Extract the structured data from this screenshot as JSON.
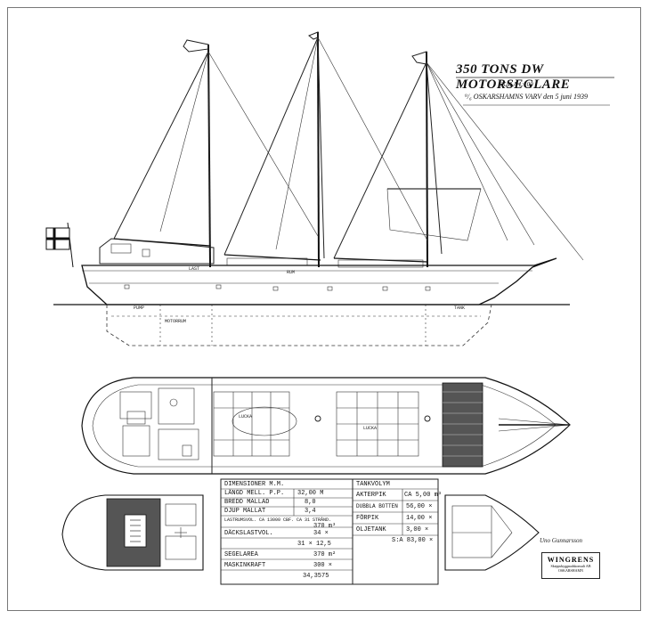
{
  "title": {
    "main": "350 TONS DW MOTORSEGLARE",
    "scale": "SKALA 1:100",
    "yard": "⁹/₆ OSKARSHAMNS VARV den 5 juni 1939"
  },
  "profile_labels": {
    "hold_1": "LAST",
    "hold_2": "RUM",
    "tank": "TANK",
    "pump": "PUMP",
    "motor": "MOTORRUM",
    "hatch_1": "LUCKA",
    "hatch_2": "LUCKA"
  },
  "dimensions_table": {
    "header": "DIMENSIONER M.M.",
    "rows": [
      {
        "label": "LÄNGD MELL. P.P.",
        "value": "32,00 M"
      },
      {
        "label": "BREDD MALLAD",
        "value": "8,0"
      },
      {
        "label": "DJUP MALLAT",
        "value": "3,4"
      },
      {
        "label": "LASTRUMSVOL. CA 13000 CBF. CA 31 STRÅND.",
        "value": "370 m³"
      },
      {
        "label": "DÄCKSLASTVOL.",
        "value": "34 ×"
      },
      {
        "label": "",
        "value": "31 × 12,5"
      },
      {
        "label": "SEGELAREA",
        "value": "370 m²"
      },
      {
        "label": "MASKINKRAFT",
        "value": "300 ×"
      },
      {
        "label": "",
        "value": "34,3575"
      }
    ]
  },
  "tank_table": {
    "header": "TANKVOLYM",
    "rows": [
      {
        "label": "AKTERPIK",
        "value": "CA 5,00 m³"
      },
      {
        "label": "DUBBLA BOTTEN",
        "value": "56,00 ×"
      },
      {
        "label": "FÖRPIK",
        "value": "14,00 ×"
      },
      {
        "label": "OLJETANK",
        "value": "3,00 ×"
      },
      {
        "label": "",
        "value": "S:A 83,00 ×"
      }
    ]
  },
  "signature": "Uno Gunnarsson",
  "stamp": {
    "name": "WINGRENS",
    "line1": "Skeppsbyggnadskonsult AB",
    "line2": "OSKARSHAMN"
  }
}
